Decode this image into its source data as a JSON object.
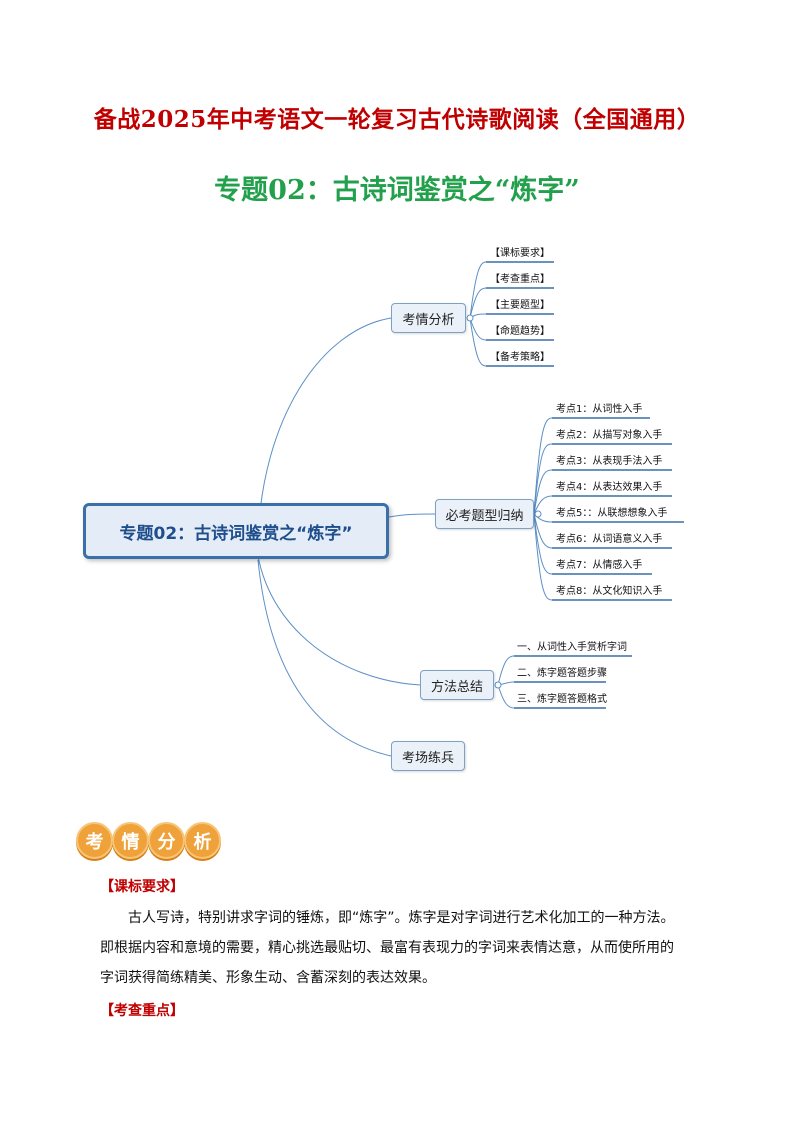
{
  "header": {
    "title": "备战2025年中考语文一轮复习古代诗歌阅读（全国通用）",
    "subtitle": "专题02：古诗词鉴赏之“炼字”"
  },
  "mindmap": {
    "root": "专题02：古诗词鉴赏之“炼字”",
    "branches": [
      {
        "label": "考情分析",
        "children": [
          "【课标要求】",
          "【考查重点】",
          "【主要题型】",
          "【命题趋势】",
          "【备考策略】"
        ]
      },
      {
        "label": "必考题型归纳",
        "children": [
          "考点1：从词性入手",
          "考点2：从描写对象入手",
          "考点3：从表现手法入手",
          "考点4：从表达效果入手",
          "考点5：：从联想想象入手",
          "考点6：从词语意义入手",
          "考点7：从情感入手",
          "考点8：从文化知识入手"
        ]
      },
      {
        "label": "方法总结",
        "children": [
          "一、从词性入手赏析字词",
          "二、炼字题答题步骤",
          "三、炼字题答题格式"
        ]
      },
      {
        "label": "考场练兵",
        "children": []
      }
    ]
  },
  "section": {
    "badge_chars": [
      "考",
      "情",
      "分",
      "析"
    ],
    "heading1": "【课标要求】",
    "para1_line1": "古人写诗，特别讲求字词的锤炼，即“炼字”。炼字是对字词进行艺术化加工的一种方法。",
    "para1_line2": "即根据内容和意境的需要，精心挑选最贴切、最富有表现力的字词来表情达意，从而使所用的",
    "para1_line3": "字词获得简练精美、形象生动、含蓄深刻的表达效果。",
    "heading2": "【考查重点】"
  },
  "colors": {
    "title": "#c00000",
    "subtitle": "#22a04b",
    "line": "#5b8fc7",
    "badge": "#f0a23a"
  }
}
